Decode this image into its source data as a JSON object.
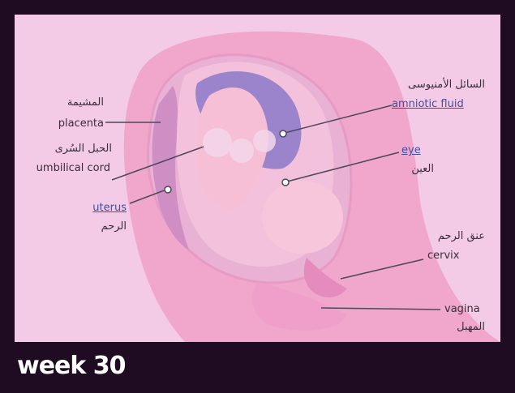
{
  "labels": {
    "placenta": {
      "ar": "المشيمة",
      "en": "placenta"
    },
    "umbilical_cord": {
      "ar": "الحبل السُرى",
      "en": "umbilical cord"
    },
    "uterus": {
      "en": "uterus",
      "ar": "الرحم"
    },
    "amniotic_fluid": {
      "ar": "السائل الأمنيوسى",
      "en": "amniotic fluid"
    },
    "eye": {
      "en": "eye",
      "ar": "العين"
    },
    "cervix": {
      "ar": "عنق الرحم",
      "en": "cervix"
    },
    "vagina": {
      "en": "vagina",
      "ar": "المهبل"
    }
  },
  "caption": "week 30",
  "colors": {
    "frame": "#1f0b22",
    "background": "#f4cbe6",
    "tissue": "#f1a7cc",
    "uterus_wall": "#e9b1d3",
    "placenta": "#cf8fc4",
    "amniotic_fluid": "#9b84cc",
    "fetus": "#f6bfd6",
    "link": "#3f4fa6"
  }
}
